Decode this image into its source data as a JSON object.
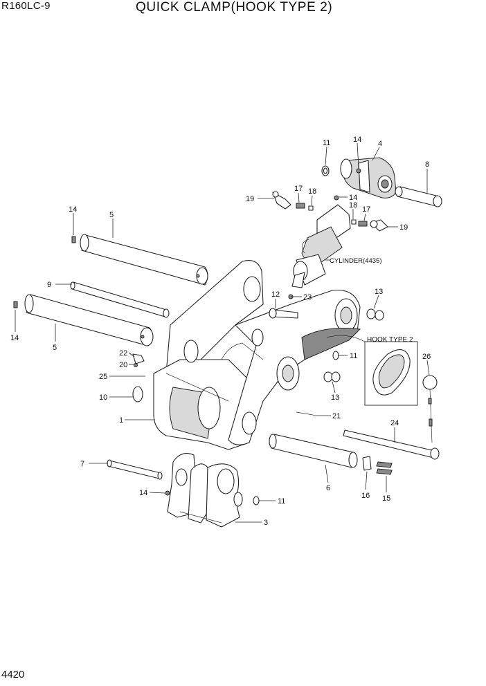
{
  "header": {
    "model": "R160LC-9",
    "title": "QUICK CLAMP(HOOK TYPE 2)"
  },
  "footer": {
    "page_number": "4420"
  },
  "diagram": {
    "callouts": {
      "c1": "1",
      "c3": "3",
      "c4": "4",
      "c5a": "5",
      "c5b": "5",
      "c6": "6",
      "c7": "7",
      "c8": "8",
      "c9": "9",
      "c10": "10",
      "c11a": "11",
      "c11b": "11",
      "c11c": "11",
      "c12": "12",
      "c13a": "13",
      "c13b": "13",
      "c14a": "14",
      "c14b": "14",
      "c14c": "14",
      "c14d": "14",
      "c14e": "14",
      "c15": "15",
      "c16": "16",
      "c17a": "17",
      "c17b": "17",
      "c18a": "18",
      "c18b": "18",
      "c19a": "19",
      "c19b": "19",
      "c20": "20",
      "c21": "21",
      "c22": "22",
      "c23": "23",
      "c24": "24",
      "c25": "25",
      "c26": "26"
    },
    "labels": {
      "cylinder": "CYLINDER(4435)",
      "hook_type": "HOOK TYPE 2"
    }
  }
}
